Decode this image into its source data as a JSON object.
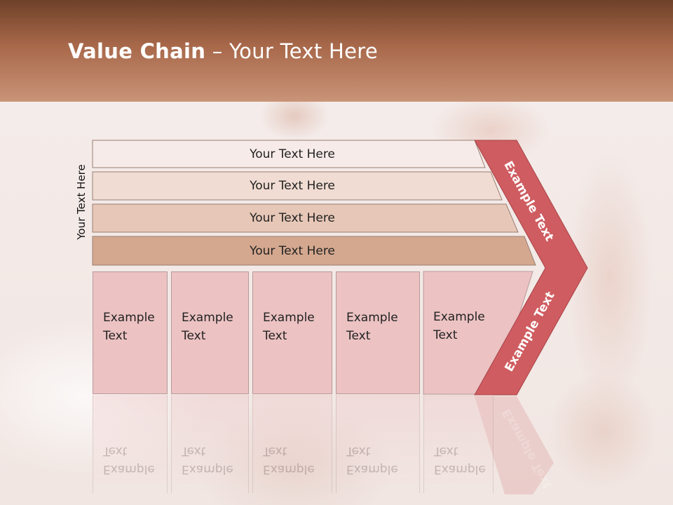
{
  "slide": {
    "title_bold": "Value Chain",
    "title_rest": " – Your Text Here"
  },
  "diagram": {
    "side_label": "Your Text Here",
    "bars": [
      {
        "label": "Your Text Here",
        "color": "#f6ebe8"
      },
      {
        "label": "Your Text Here",
        "color": "#f0dcd2"
      },
      {
        "label": "Your Text Here",
        "color": "#e7c7b7"
      },
      {
        "label": "Your Text Here",
        "color": "#d4a88f"
      }
    ],
    "boxes": [
      {
        "line1": "Example",
        "line2": "Text"
      },
      {
        "line1": "Example",
        "line2": "Text"
      },
      {
        "line1": "Example",
        "line2": "Text"
      },
      {
        "line1": "Example",
        "line2": "Text"
      },
      {
        "line1": "Example",
        "line2": "Text"
      }
    ],
    "chevron": {
      "upper_label": "Example Text",
      "lower_label": "Example Text",
      "color": "#cf5c60"
    }
  }
}
